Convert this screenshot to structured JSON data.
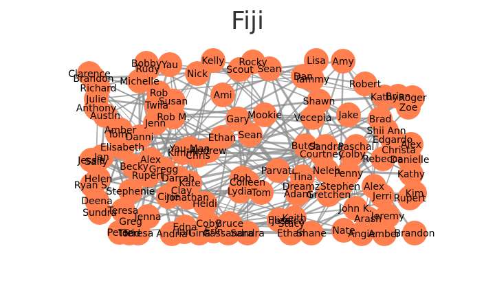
{
  "title": "Fiji",
  "colors": {
    "node": "#ff7f4f",
    "edge": "#8c8c8c",
    "title": "#333333"
  },
  "nodes": [
    "Clarence",
    "Brandon",
    "Richard",
    "Julie",
    "Anthony",
    "Austin",
    "Michelle",
    "Rudy",
    "Bobby",
    "Yau",
    "Kelly",
    "Nick",
    "Rocky",
    "Scout",
    "Sean",
    "Lisa",
    "Amy",
    "Dan",
    "Tammy",
    "Robert",
    "Kathy",
    "Brian",
    "Roger",
    "Zoe",
    "Rob",
    "Susan",
    "Twila",
    "Rob M.",
    "Jenn",
    "Amber",
    "Tom",
    "Danni",
    "Ami",
    "Gary",
    "Mookie",
    "Shawn",
    "Vecepia",
    "Jake",
    "Brad",
    "Shii Ann",
    "Edgardo",
    "Alex",
    "Christa",
    "Rebecca",
    "Danielle",
    "Kathy",
    "Elisabeth",
    "Jessie",
    "Sean",
    "Ethan",
    "Butch",
    "Sandra",
    "Paschal",
    "Courtney",
    "Colby",
    "Jan",
    "Sally",
    "Alex",
    "Becky",
    "Gregg",
    "Rupert",
    "Darrah",
    "Kate",
    "Ryan S.",
    "Chris",
    "Jonathan",
    "Kimmi",
    "Andrew",
    "Yau-Man",
    "Helen",
    "Stephenie",
    "Deena",
    "Teresa",
    "Sundra",
    "Greg",
    "Jenna",
    "Cirie",
    "Clay",
    "Heidi",
    "Rob",
    "Colleen",
    "Lydia",
    "Tom",
    "Parvati",
    "Tina",
    "Dreamz",
    "Stephen",
    "Adam",
    "Gretchen",
    "Alex",
    "John K.",
    "Jerri",
    "Kim",
    "Rupert",
    "Nate",
    "Arash",
    "Jeremy",
    "Brandon",
    "Amber",
    "Angie",
    "Shane",
    "Ethan",
    "Stacy",
    "Keith",
    "Jessica",
    "Eliza",
    "Sandra",
    "Cassandra",
    "Bruce",
    "Coby",
    "Edna",
    "Ian",
    "Andria",
    "Neleh",
    "Penny",
    "Peter",
    "Gina",
    "Teresa",
    "Erin",
    "Todd"
  ]
}
